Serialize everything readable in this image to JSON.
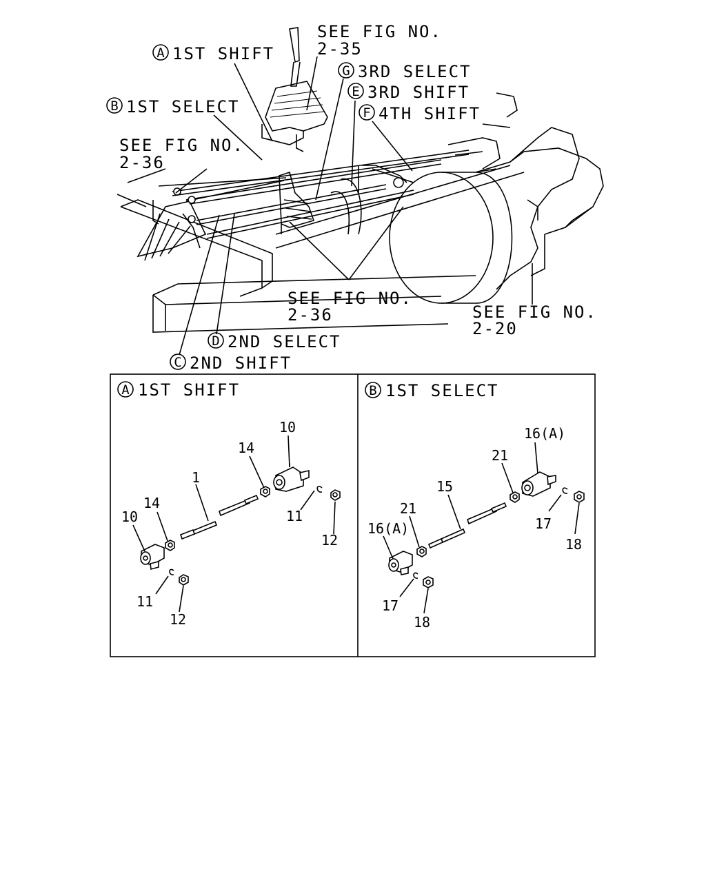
{
  "top_labels": {
    "a": {
      "letter": "A",
      "text": "1ST SHIFT"
    },
    "b": {
      "letter": "B",
      "text": "1ST SELECT"
    },
    "c": {
      "letter": "C",
      "text": "2ND SHIFT"
    },
    "d": {
      "letter": "D",
      "text": "2ND SELECT"
    },
    "e": {
      "letter": "E",
      "text": "3RD SHIFT"
    },
    "f": {
      "letter": "F",
      "text": "4TH SHIFT"
    },
    "g": {
      "letter": "G",
      "text": "3RD SELECT"
    }
  },
  "references": {
    "fig_2_35": {
      "line1": "SEE FIG NO.",
      "line2": "2-35"
    },
    "fig_2_36_left": {
      "line1": "SEE FIG NO.",
      "line2": "2-36"
    },
    "fig_2_36_center": {
      "line1": "SEE FIG NO.",
      "line2": "2-36"
    },
    "fig_2_20": {
      "line1": "SEE FIG NO.",
      "line2": "2-20"
    }
  },
  "panel_a": {
    "letter": "A",
    "title": "1ST SHIFT",
    "callouts": {
      "p1": "1",
      "p10_top": "10",
      "p10_left": "10",
      "p14_top": "14",
      "p14_left": "14",
      "p11_right": "11",
      "p11_bottom": "11",
      "p12_right": "12",
      "p12_bottom": "12"
    }
  },
  "panel_b": {
    "letter": "B",
    "title": "1ST SELECT",
    "callouts": {
      "p15": "15",
      "p16_top": "16(A)",
      "p16_left": "16(A)",
      "p21_top": "21",
      "p21_left": "21",
      "p17_right": "17",
      "p17_bottom": "17",
      "p18_right": "18",
      "p18_bottom": "18"
    }
  }
}
